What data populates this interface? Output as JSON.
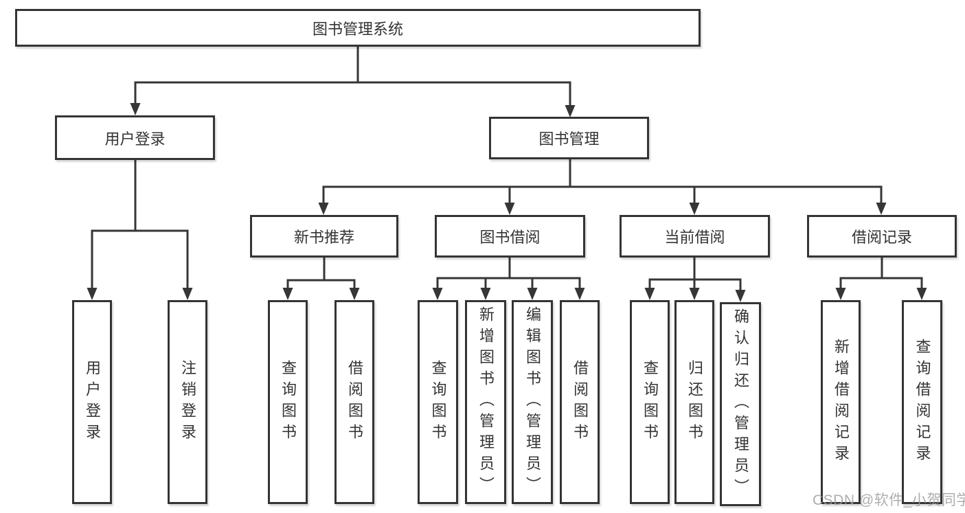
{
  "diagram_type": "tree",
  "tree": {
    "label": "图书管理系统",
    "children": [
      {
        "label": "用户登录",
        "children": [
          {
            "label": "用户登录"
          },
          {
            "label": "注销登录"
          }
        ]
      },
      {
        "label": "图书管理",
        "children": [
          {
            "label": "新书推荐",
            "children": [
              {
                "label": "查询图书"
              },
              {
                "label": "借阅图书"
              }
            ]
          },
          {
            "label": "图书借阅",
            "children": [
              {
                "label": "查询图书"
              },
              {
                "label": "新增图书（管理员）"
              },
              {
                "label": "编辑图书（管理员）"
              },
              {
                "label": "借阅图书"
              }
            ]
          },
          {
            "label": "当前借阅",
            "children": [
              {
                "label": "查询图书"
              },
              {
                "label": "归还图书"
              },
              {
                "label": "确认归还（管理员）"
              }
            ]
          },
          {
            "label": "借阅记录",
            "children": [
              {
                "label": "新增借阅记录"
              },
              {
                "label": "查询借阅记录"
              }
            ]
          }
        ]
      }
    ]
  },
  "watermark": {
    "text": "CSDN @软件_小贺同学"
  },
  "colors": {
    "line": "#363636",
    "box_border": "#343434",
    "box_fill": "#ffffff",
    "text": "#333333",
    "watermark": "#9c9c9c",
    "background": "#ffffff"
  }
}
